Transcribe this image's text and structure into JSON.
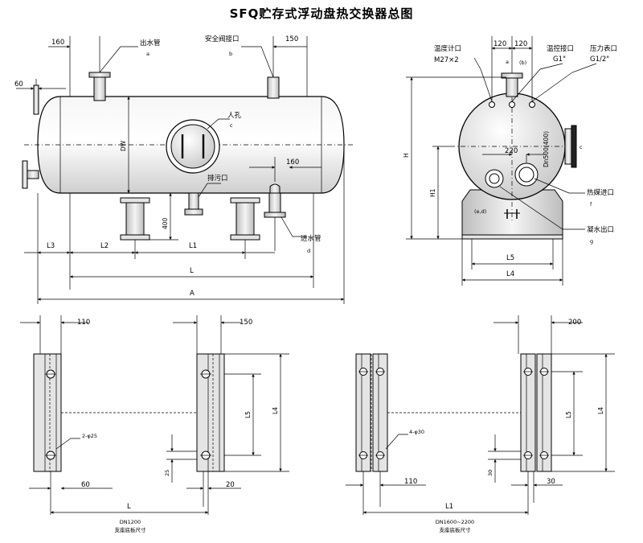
{
  "title": "SFQ贮存式浮动盘热交换器总图",
  "side_view": {
    "nozzles": {
      "outlet": {
        "label": "出水管",
        "code": "a"
      },
      "safety_valve": {
        "label": "安全阀接口",
        "code": "b"
      },
      "manhole": {
        "label": "人孔",
        "code": "c"
      },
      "drain": {
        "label": "排污口",
        "code": ""
      },
      "inlet": {
        "label": "进水管",
        "code": "d"
      }
    },
    "dims": {
      "d160_top": "160",
      "d150_top": "150",
      "d60": "60",
      "dw": "DW",
      "d400": "400",
      "d160_right": "160",
      "L3": "L3",
      "L2": "L2",
      "L1": "L1",
      "L": "L",
      "A": "A"
    }
  },
  "end_view": {
    "labels": {
      "temp_gauge": "温度计口",
      "temp_gauge_spec": "M27×2",
      "temp_ctrl": "温控接口",
      "temp_ctrl_spec": "G1\"",
      "pressure": "压力表口",
      "pressure_spec": "G1/2\"",
      "heat_in": "热媒进口",
      "heat_in_code": "f",
      "cond_out": "凝水出口",
      "cond_out_code": "g",
      "code_a": "a",
      "code_b": "(b)",
      "code_c": "c",
      "code_ed": "(e,d)"
    },
    "dims": {
      "d120a": "120",
      "d120b": "120",
      "d220": "220",
      "dn": "Dn500(400)",
      "H": "H",
      "H1": "H1",
      "L5": "L5",
      "L4": "L4"
    }
  },
  "base_dn1200": {
    "dims": {
      "d110": "110",
      "d150": "150",
      "bolt": "2-φ25",
      "d60": "60",
      "d20": "20",
      "d25": "25",
      "L5": "L5",
      "L4": "L4",
      "L": "L"
    },
    "caption_1": "DN1200",
    "caption_2": "支座底板尺寸"
  },
  "base_dn1600": {
    "dims": {
      "d200": "200",
      "bolt": "4-φ30",
      "d110": "110",
      "d30a": "30",
      "d30b": "30",
      "L5": "L5",
      "L4": "L4",
      "L1": "L1"
    },
    "caption_1": "DN1600~2200",
    "caption_2": "支座底板尺寸"
  }
}
